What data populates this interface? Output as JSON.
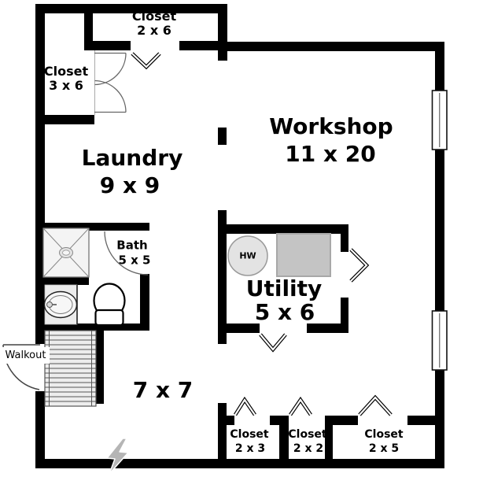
{
  "colors": {
    "wall": "#000000",
    "floor": "#ffffff",
    "fixture_light": "#ededed",
    "fixture_mid": "#c4c4c4",
    "window_frame": "#111111",
    "bolt": "#b5b5b5"
  },
  "rooms": {
    "closet_top": {
      "name": "Closet",
      "dims": "2 x 6"
    },
    "closet_left": {
      "name": "Closet",
      "dims": "3 x 6"
    },
    "laundry": {
      "name": "Laundry",
      "dims": "9 x 9"
    },
    "workshop": {
      "name": "Workshop",
      "dims": "11 x 20"
    },
    "bath": {
      "name": "Bath",
      "dims": "5 x 5"
    },
    "utility": {
      "name": "Utility",
      "dims": "5 x 6"
    },
    "open_area": {
      "dims": "7 x 7"
    },
    "closet_bottom_left": {
      "name": "Closet",
      "dims": "2 x 3"
    },
    "closet_bottom_mid": {
      "name": "Closet",
      "dims": "2 x 2"
    },
    "closet_bottom_right": {
      "name": "Closet",
      "dims": "2 x 5"
    }
  },
  "annotations": {
    "walkout_label": "Walkout",
    "water_heater_label": "HW"
  }
}
